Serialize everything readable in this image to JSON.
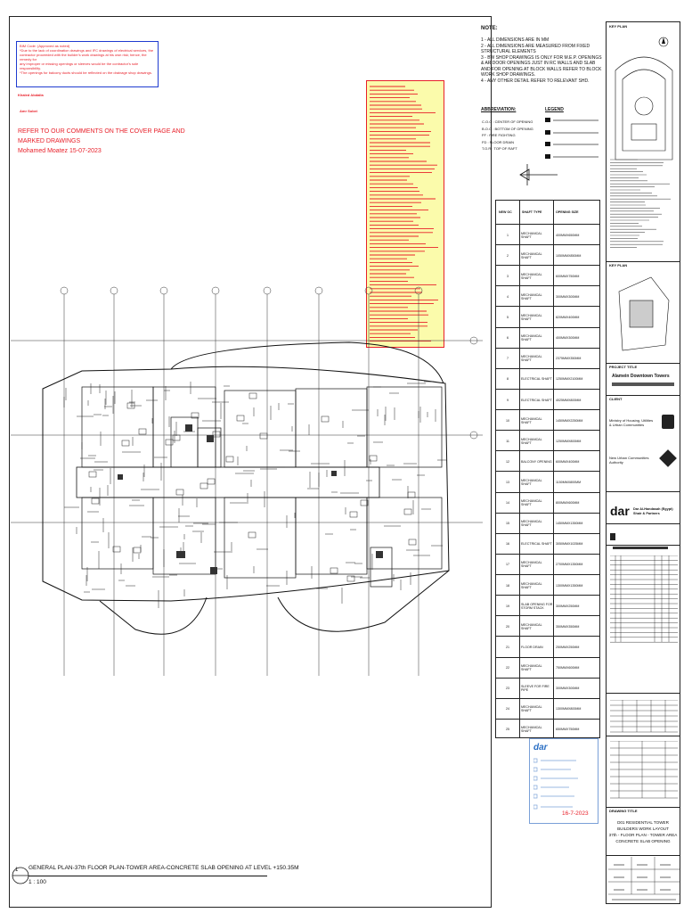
{
  "bim_comment": {
    "heading": "BIM Code: (Approved as noted)",
    "lines": [
      "*Due to the lack of coordination drawings and IFC drawings of electrical services, the",
      "contractor proceeded with the builder's work drawings at his own risk; hence, the remedy for",
      "any improper or missing openings or sleeves would be the contractor's sole responsibility.",
      "*The openings for balcony ducts should be reflected on the drainage shop drawings."
    ]
  },
  "reviewers": {
    "name1": "Khaled Abdalla",
    "name2": "Amr Sobei"
  },
  "main_comment": {
    "line1": "REFER TO OUR COMMENTS ON THE COVER PAGE AND",
    "line2": "MARKED DRAWINGS",
    "signature": "Mohamed Moatez 15-07-2023"
  },
  "notes": {
    "heading": "NOTE:",
    "items": [
      "1 - ALL DIMENSIONS ARE IN MM",
      "2 - ALL DIMENSIONS ARE MEASURED FROM FIXED STRUCTURAL ELEMENTS",
      "3 - BW SHOP DRAWINGS IS ONLY FOR M.E.P. OPENINGS & AR DOOR OPENINGS JUST IN RC WALLS AND SLAB AND FOR OPENING AT BLOCK WALLS REFER TO BLOCK WORK SHOP DRAWINGS.",
      "4 - ANY OTHER DETAIL REFER TO RELEVANT SHD."
    ]
  },
  "abbreviation": {
    "heading": "ABBREVIATION:",
    "items": [
      "C.O.O : CENTER OF OPENING",
      "B.O.O : BOTTOM OF OPENING",
      "FF : FIRE FIGHTING",
      "FD : FLOOR DRAIN",
      "T.O.R : TOP OF RAFT"
    ]
  },
  "legend": {
    "heading": "LEGEND"
  },
  "schedule": {
    "headers": [
      "NEW OC",
      "SHAFT TYPE",
      "OPENING SIZE"
    ],
    "rows": [
      [
        "1",
        "MECHANICAL SHAFT",
        "400MMX650MM"
      ],
      [
        "2",
        "MECHANICAL SHAFT",
        "1050MMX850MM"
      ],
      [
        "3",
        "MECHANICAL SHAFT",
        "600MMX750MM"
      ],
      [
        "4",
        "MECHANICAL SHAFT",
        "300MMX300MM"
      ],
      [
        "5",
        "MECHANICAL SHAFT",
        "820MMX400MM"
      ],
      [
        "6",
        "MECHANICAL SHAFT",
        "400MMX300MM"
      ],
      [
        "7",
        "MECHANICAL SHAFT",
        "2375MMX350MM"
      ],
      [
        "8",
        "ELECTRICAL SHAFT",
        "1250MMX2100MM"
      ],
      [
        "9",
        "ELECTRICAL SHAFT",
        "4025MMX800MM"
      ],
      [
        "10",
        "MECHANICAL SHAFT",
        "1450MMX2250MM"
      ],
      [
        "11",
        "MECHANICAL SHAFT",
        "1250MMX800MM"
      ],
      [
        "12",
        "BALCONY OPENING",
        "600MMX400MM"
      ],
      [
        "13",
        "MECHANICAL SHAFT",
        "1150MMX800MM"
      ],
      [
        "14",
        "MECHANICAL SHAFT",
        "800MMX600MM"
      ],
      [
        "15",
        "MECHANICAL SHAFT",
        "1450MMX1350MM"
      ],
      [
        "16",
        "ELECTRICAL SHAFT",
        "3050MMX1025MM"
      ],
      [
        "17",
        "MECHANICAL SHAFT",
        "2700MMX1350MM"
      ],
      [
        "18",
        "MECHANICAL SHAFT",
        "1300MMX1350MM"
      ],
      [
        "19",
        "SLAB OPENING FOR STORM STACK",
        "300MMX250MM"
      ],
      [
        "20",
        "MECHANICAL SHAFT",
        "350MMX350MM"
      ],
      [
        "21",
        "FLOOR DRAIN",
        "250MMX250MM"
      ],
      [
        "22",
        "MECHANICAL SHAFT",
        "750MMX600MM"
      ],
      [
        "23",
        "SLEEVE FOR FIRE PIPE",
        "300MMX300MM"
      ],
      [
        "24",
        "MECHANICAL SHAFT",
        "1300MMX800MM"
      ],
      [
        "25",
        "MECHANICAL SHAFT",
        "650MMX750MM"
      ]
    ]
  },
  "title_block": {
    "key_plan": "KEY PLAN",
    "project_title": "PROJECT TITLE",
    "project_name": "Alamein Downtown Towers",
    "client": "CLIENT",
    "client_name_1": "Ministry of Housing, Utilities",
    "client_name_2": "& Urban Communities",
    "authority_1": "New Urban Communities",
    "authority_2": "Authority",
    "consultant_logo": "dar",
    "consultant_name_1": "Dar Al-Handasah (Egypt)",
    "consultant_name_2": "Shair & Partners",
    "drawing_title_label": "DRAWING TITLE",
    "drawing_title": [
      "D01 RESIDENTIAL TOWER",
      "BUILDERS WORK LAYOUT",
      "37th - FLOOR PLAN - TOWER AREA",
      "CONCRETE SLAB OPENING"
    ]
  },
  "stamp": {
    "logo": "dar",
    "date": "16-7-2023"
  },
  "plan": {
    "title": "GENERAL PLAN-37th FLOOR PLAN-TOWER AREA-CONCRETE SLAB OPENING AT LEVEL +150.35M",
    "number": "1",
    "scale": "1 : 100"
  },
  "colors": {
    "markup_red": "#e8202a",
    "markup_yellow": "#fbfbab",
    "markup_blue": "#1f3bd0"
  }
}
